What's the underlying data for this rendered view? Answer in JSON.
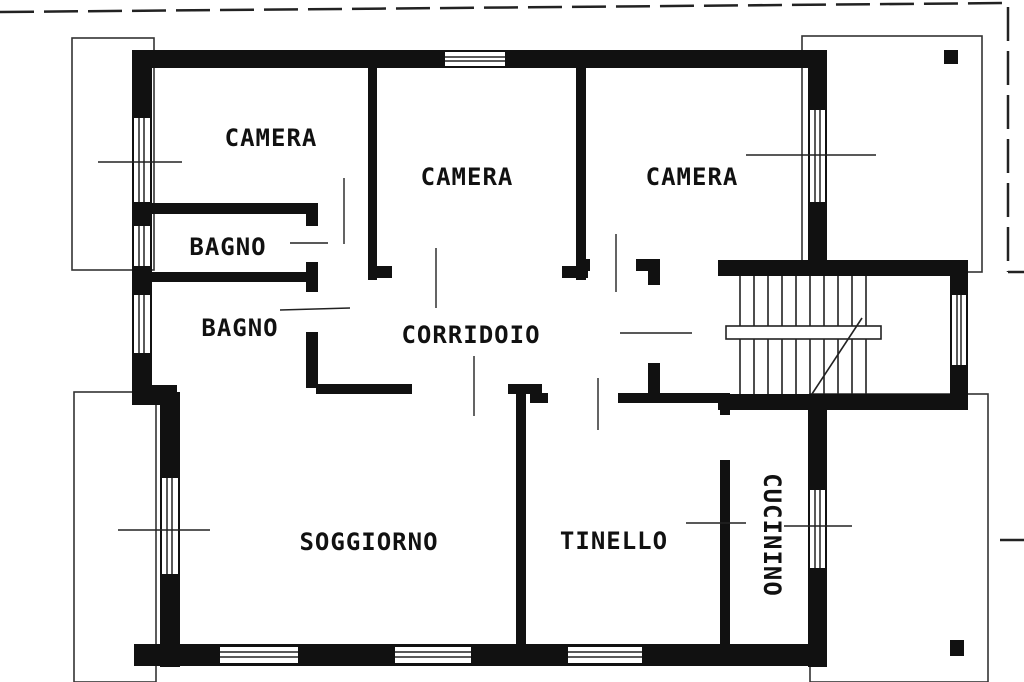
{
  "plan": {
    "colors": {
      "wall": "#111111",
      "line": "#222222",
      "paper": "#ffffff"
    },
    "rooms": [
      {
        "id": "camera-1",
        "label": "CAMERA"
      },
      {
        "id": "camera-2",
        "label": "CAMERA"
      },
      {
        "id": "camera-3",
        "label": "CAMERA"
      },
      {
        "id": "bagno-1",
        "label": "BAGNO"
      },
      {
        "id": "bagno-2",
        "label": "BAGNO"
      },
      {
        "id": "corridoio",
        "label": "CORRIDOIO"
      },
      {
        "id": "soggiorno",
        "label": "SOGGIORNO"
      },
      {
        "id": "tinello",
        "label": "TINELLO"
      },
      {
        "id": "cucinino",
        "label": "CUCININO"
      }
    ]
  }
}
